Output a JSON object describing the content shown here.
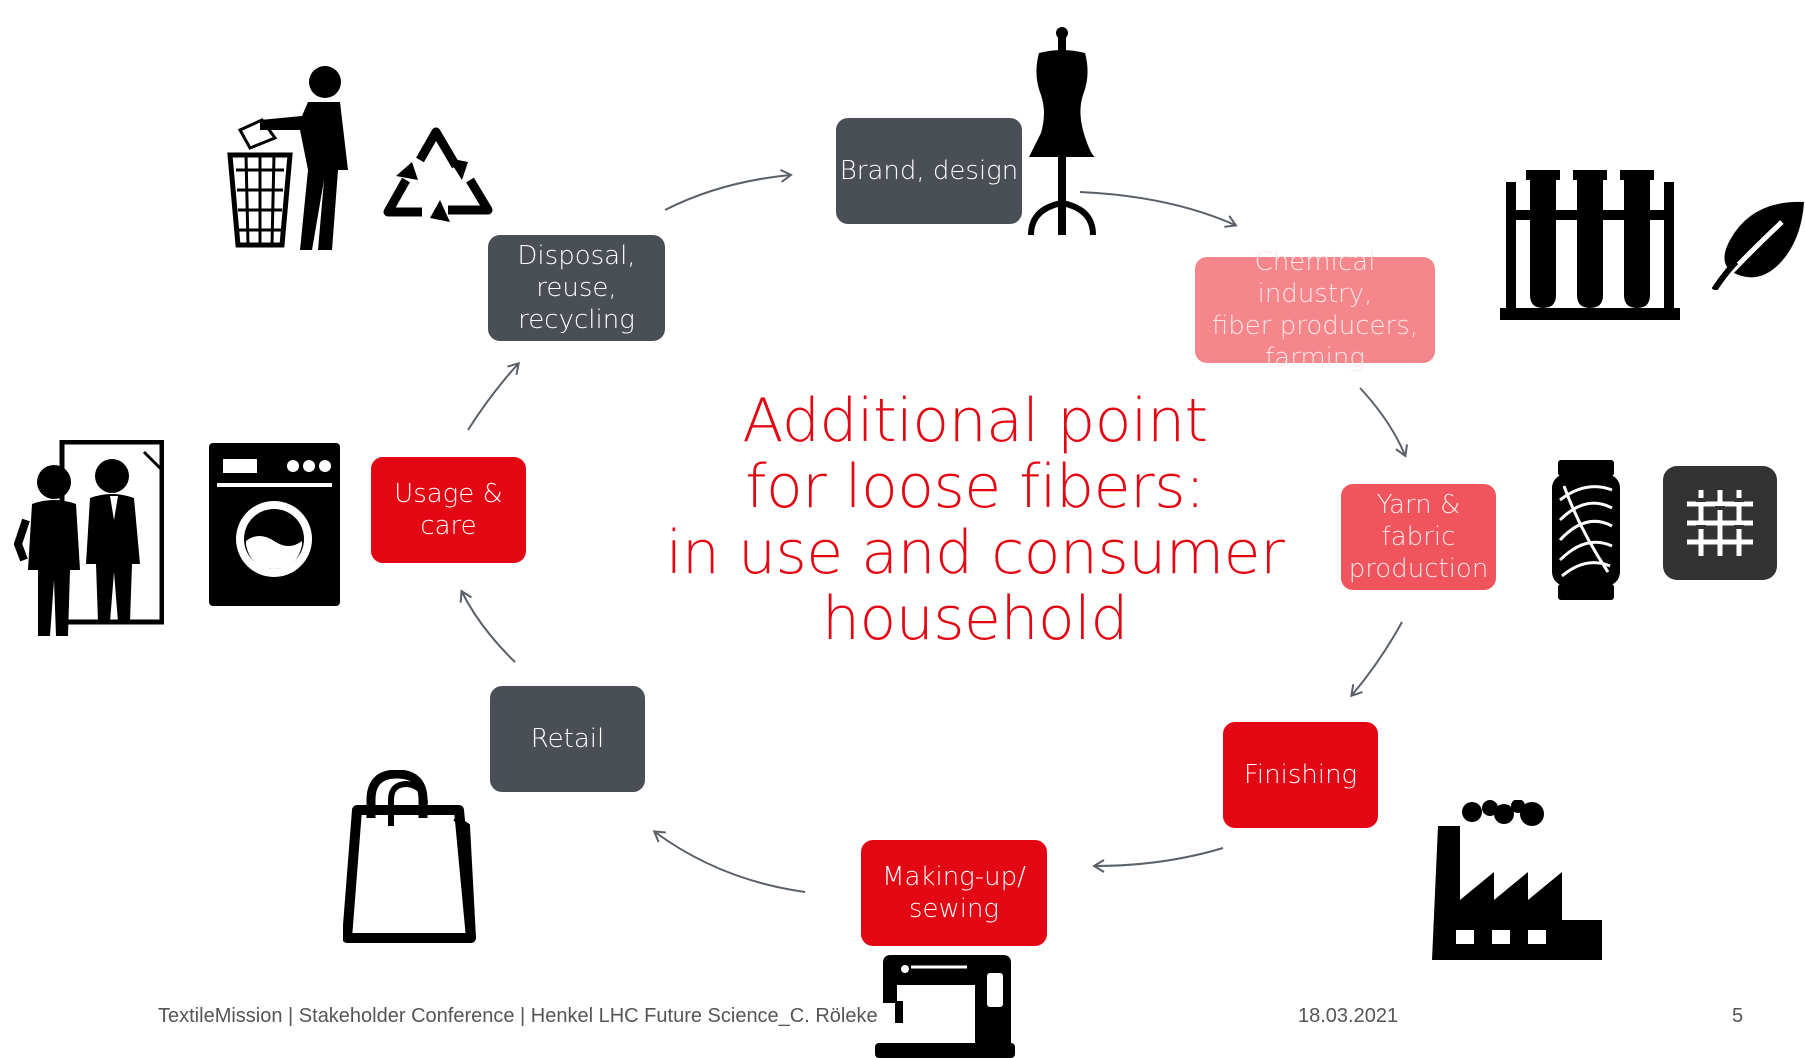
{
  "diagram": {
    "center_text": "Additional point\nfor loose fibers:\nin use and consumer\nhousehold",
    "nodes": {
      "brand": "Brand, design",
      "chemical": "Chemical industry,\nfiber producers,\nfarming",
      "yarn": "Yarn &\nfabric\nproduction",
      "finishing": "Finishing",
      "making": "Making-up/\nsewing",
      "retail": "Retail",
      "usage": "Usage &\ncare",
      "disposal": "Disposal,\nreuse,\nrecycling"
    },
    "icons": [
      "trash-person-icon",
      "recycle-icon",
      "dress-form-icon",
      "test-tubes-icon",
      "leaf-icon",
      "yarn-spool-icon",
      "fabric-weave-icon",
      "factory-icon",
      "sewing-machine-icon",
      "shopping-bag-icon",
      "washing-machine-icon",
      "mirror-people-icon"
    ],
    "colors": {
      "dark": "#4a4f55",
      "red": "#e30613",
      "pink_light": "#f5868c",
      "pink": "#f0545c",
      "arrow": "#5a6068"
    }
  },
  "footer": {
    "left": "TextileMission | Stakeholder Conference | Henkel LHC Future Science_C. Röleke",
    "date": "18.03.2021",
    "page": "5"
  }
}
